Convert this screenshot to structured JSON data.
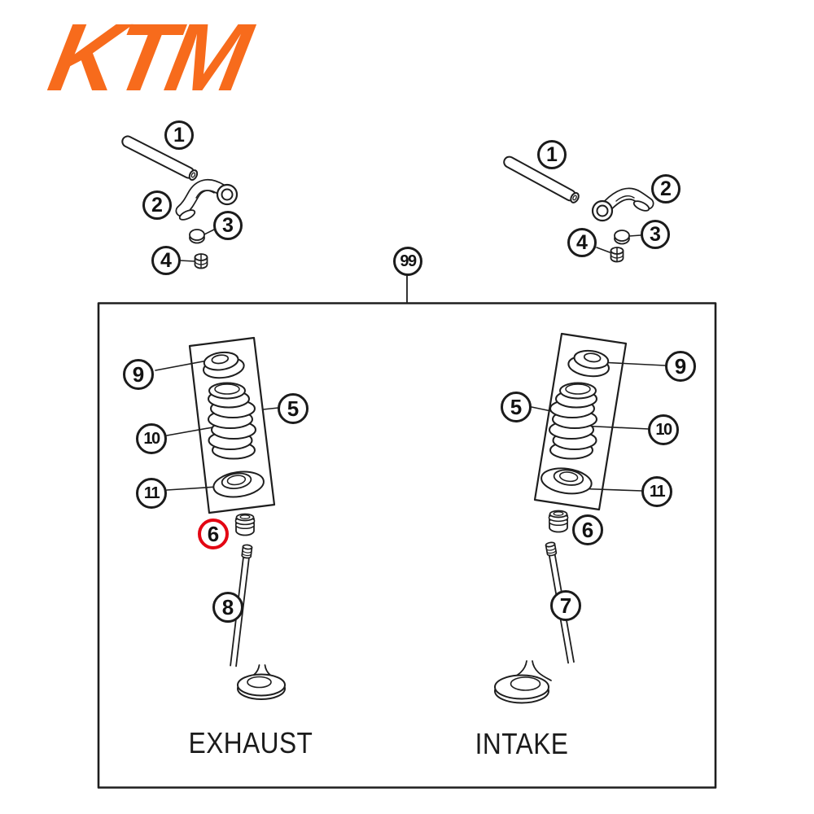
{
  "brand": {
    "name": "KTM",
    "color": "#F76B1C"
  },
  "palette": {
    "line": "#1E1E1E",
    "highlight": "#E30613",
    "background": "#FFFFFF"
  },
  "assembly": {
    "box_label": "99"
  },
  "captions": {
    "exhaust": "EXHAUST",
    "intake": "INTAKE"
  },
  "callouts": {
    "left_top": {
      "shaft": "1",
      "rocker_arm": "2",
      "pad": "3",
      "clip": "4"
    },
    "right_top": {
      "shaft": "1",
      "rocker_arm": "2",
      "pad": "3",
      "clip": "4"
    },
    "exhaust": {
      "spring_kit": "5",
      "stem_seal": "6",
      "valve": "8",
      "retainer": "9",
      "spring": "10",
      "seat": "11"
    },
    "intake": {
      "spring_kit": "5",
      "stem_seal": "6",
      "valve": "7",
      "retainer": "9",
      "spring": "10",
      "seat": "11"
    }
  },
  "highlighted": {
    "callout": "6",
    "section": "exhaust",
    "color": "#E30613"
  }
}
